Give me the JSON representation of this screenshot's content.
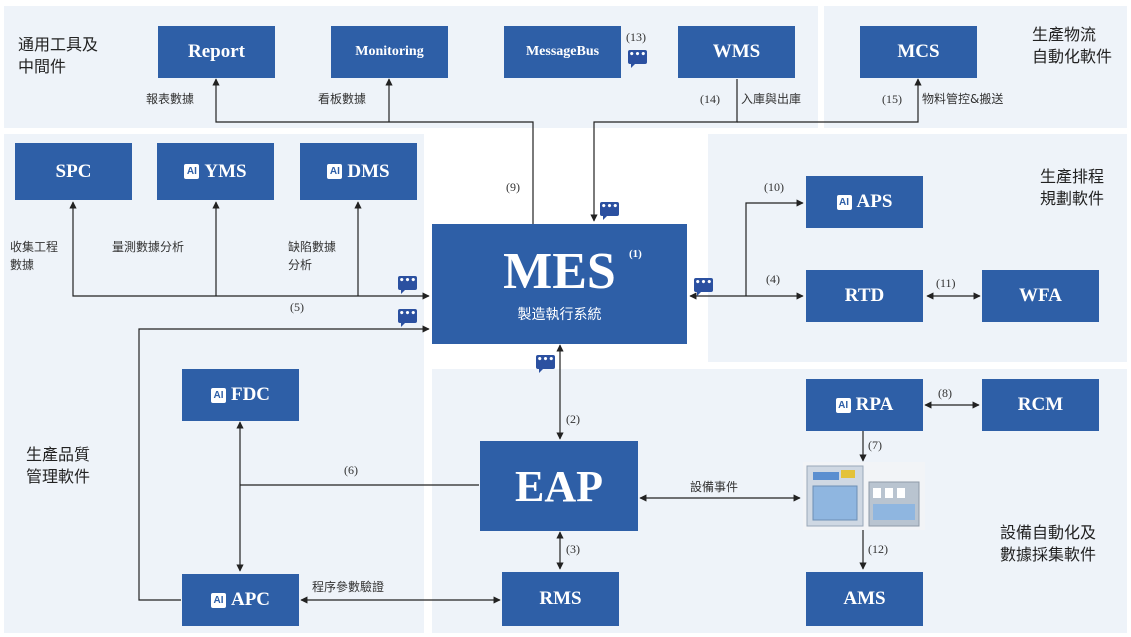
{
  "zones": {
    "tools": "通用工具及\n中間件",
    "logistics": "生產物流\n自動化軟件",
    "scheduling": "生產排程\n規劃軟件",
    "quality": "生產品質\n管理軟件",
    "equipment": "設備自動化及\n數據採集軟件"
  },
  "boxes": {
    "report": "Report",
    "monitoring": "Monitoring",
    "messagebus": "MessageBus",
    "wms": "WMS",
    "mcs": "MCS",
    "spc": "SPC",
    "yms": "YMS",
    "dms": "DMS",
    "mes": "MES",
    "mes_sup": "(1)",
    "mes_sub": "製造執行系統",
    "aps": "APS",
    "rtd": "RTD",
    "wfa": "WFA",
    "fdc": "FDC",
    "eap": "EAP",
    "rpa": "RPA",
    "rcm": "RCM",
    "apc": "APC",
    "rms": "RMS",
    "ams": "AMS",
    "ai_badge": "AI"
  },
  "labels": {
    "report": "報表數據",
    "monitoring": "看板數據",
    "wms": "入庫與出庫",
    "mcs": "物料管控&搬送",
    "spc": "收集工程\n數據",
    "yms": "量測數據分析",
    "dms": "缺陷數據\n分析",
    "eap_equip": "設備事件",
    "apc_rms": "程序參數驗證"
  },
  "numbers": {
    "n2": "(2)",
    "n3": "(3)",
    "n4": "(4)",
    "n5": "(5)",
    "n6": "(6)",
    "n7": "(7)",
    "n8": "(8)",
    "n9": "(9)",
    "n10": "(10)",
    "n11": "(11)",
    "n12": "(12)",
    "n13": "(13)",
    "n14": "(14)",
    "n15": "(15)"
  },
  "icons": {
    "chat": "chat-bubble-icon",
    "equipment": "equipment-machine-icon"
  },
  "colors": {
    "box": "#2e5fa7",
    "panel": "#eef3f9",
    "chat": "#2b50a0",
    "line": "#222222"
  }
}
